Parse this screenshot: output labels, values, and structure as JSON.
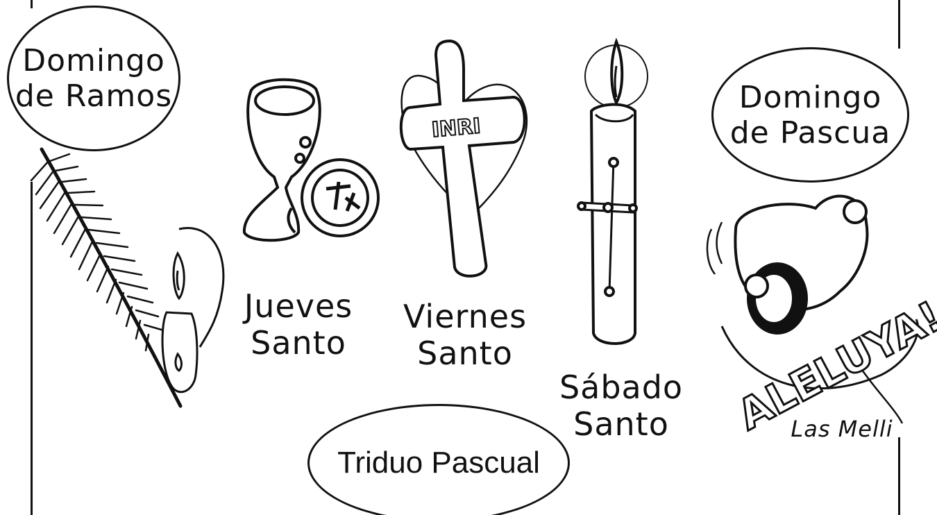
{
  "ovals": {
    "palm_sunday": {
      "line1": "Domingo",
      "line2": "de Ramos"
    },
    "easter_sunday": {
      "line1": "Domingo",
      "line2": "de Pascua"
    },
    "triduum": {
      "text": "Triduo Pascual"
    }
  },
  "labels": {
    "thursday": {
      "line1": "Jueves",
      "line2": "Santo"
    },
    "friday": {
      "line1": "Viernes",
      "line2": "Santo"
    },
    "saturday": {
      "line1": "Sábado",
      "line2": "Santo"
    }
  },
  "cross_sign": "INRI",
  "alleluia": "ALELUYA!",
  "signature": "Las Melli"
}
